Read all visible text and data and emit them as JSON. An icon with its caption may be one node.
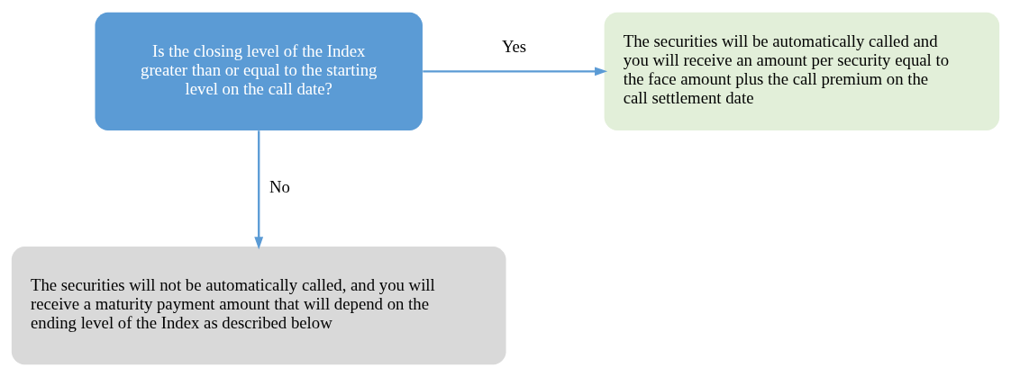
{
  "diagram": {
    "nodes": [
      {
        "text": [
          "Is the closing level of the Index greater than or equal to the starting level on the call date?"
        ]
      },
      {
        "text": [
          "The securities will be automatically called and you will receive an amount per security equal to the face amount plus the call premium on the call settlement date"
        ]
      },
      {
        "text": [
          "The securities will not be automatically called, and you will receive a maturity payment amount that will depend on the ending level of the Index as described below"
        ]
      }
    ],
    "edges": [
      {
        "from": 0,
        "to": 1,
        "arrow": "to",
        "label": "Yes"
      },
      {
        "from": 0,
        "to": 2,
        "arrow": "to",
        "label": "No"
      }
    ]
  }
}
